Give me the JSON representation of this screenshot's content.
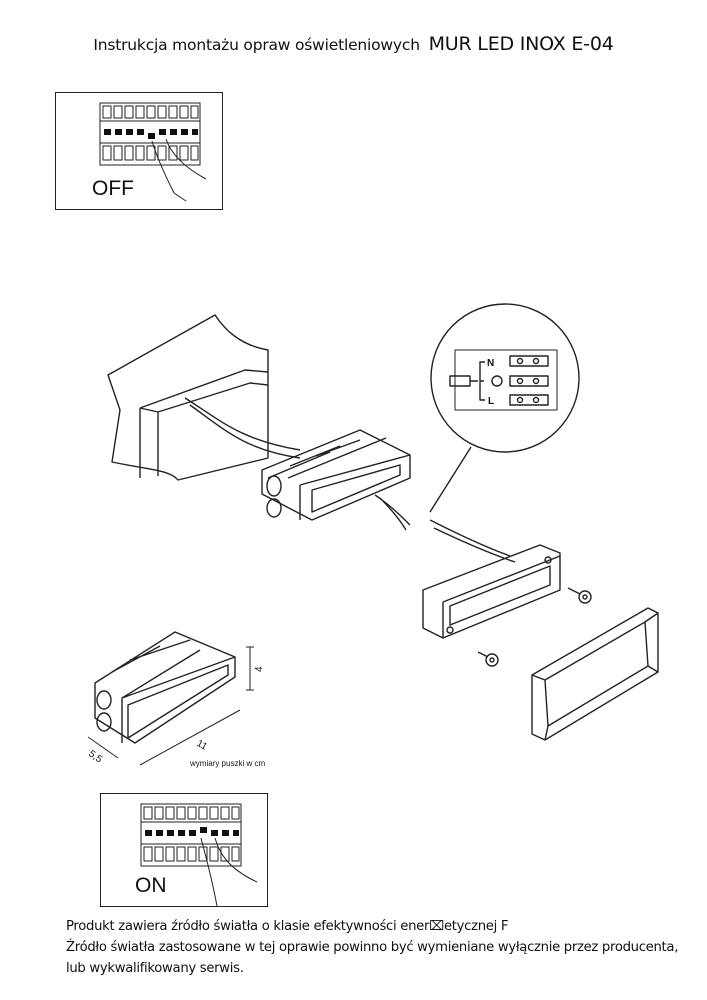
{
  "header": {
    "title": "Instrukcja montażu opraw oświetleniowych",
    "model": "MUR LED INOX  E-04"
  },
  "panels": {
    "off_label": "OFF",
    "on_label": "ON"
  },
  "wiring": {
    "neutral": "N",
    "live": "L",
    "earth_icon": "earth-ground-icon"
  },
  "dimensions": {
    "height": "4",
    "length": "11",
    "depth": "5,5",
    "caption": "wymiary puszki w cm"
  },
  "footer": {
    "line1": "Produkt zawiera źródło światła o klasie efektywności ener⌧etycznej F",
    "line2": "Źródło światła zastosowane w tej oprawie powinno być wymieniane wyłącznie przez producenta,",
    "line3": "lub wykwalifikowany serwis."
  }
}
